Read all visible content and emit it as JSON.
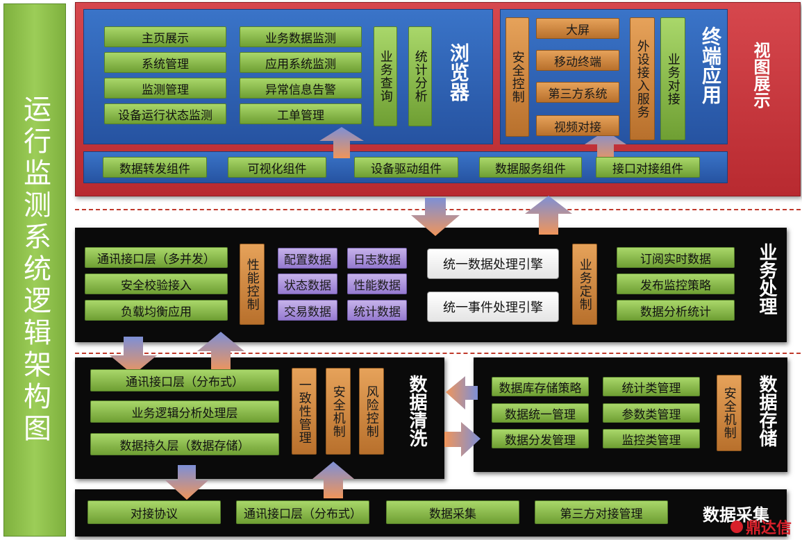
{
  "side_title": "运行监测系统逻辑架构图",
  "view": {
    "label": "视图展示",
    "browser": {
      "label": "浏览器",
      "col1": [
        "主页展示",
        "系统管理",
        "监测管理",
        "设备运行状态监测"
      ],
      "col2": [
        "业务数据监测",
        "应用系统监测",
        "异常信息告警",
        "工单管理"
      ],
      "v1": "业务查询",
      "v2": "统计分析"
    },
    "terminal": {
      "label": "终端应用",
      "security": "安全控制",
      "items": [
        "大屏",
        "移动终端",
        "第三方系统",
        "视频对接"
      ],
      "peripheral": "外设接入服务",
      "business": "业务对接"
    },
    "components": [
      "数据转发组件",
      "可视化组件",
      "设备驱动组件",
      "数据服务组件",
      "接口对接组件"
    ]
  },
  "biz": {
    "label": "业务处理",
    "left": [
      "通讯接口层（多并发）",
      "安全校验接入",
      "负载均衡应用"
    ],
    "perf": "性能控制",
    "data_grid": [
      "配置数据",
      "日志数据",
      "状态数据",
      "性能数据",
      "交易数据",
      "统计数据"
    ],
    "engines": [
      "统一数据处理引擎",
      "统一事件处理引擎"
    ],
    "custom": "业务定制",
    "right": [
      "订阅实时数据",
      "发布监控策略",
      "数据分析统计"
    ]
  },
  "clean": {
    "label": "数据清洗",
    "left": [
      "通讯接口层（分布式）",
      "业务逻辑分析处理层",
      "数据持久层（数据存储）"
    ],
    "vert": [
      "一致性管理",
      "安全机制",
      "风险控制"
    ]
  },
  "storage": {
    "label": "数据存储",
    "col1": [
      "数据库存储策略",
      "数据统一管理",
      "数据分发管理"
    ],
    "col2": [
      "统计类管理",
      "参数类管理",
      "监控类管理"
    ],
    "security": "安全机制"
  },
  "collect": {
    "label": "数据采集",
    "items": [
      "对接协议",
      "通讯接口层（分布式）",
      "数据采集",
      "第三方对接管理"
    ]
  },
  "watermark": "鼎达信",
  "colors": {
    "red": "#c9343a",
    "blue": "#2d62b4",
    "green": "#8cc04e",
    "orange": "#cf8a44",
    "purple": "#a994de"
  }
}
